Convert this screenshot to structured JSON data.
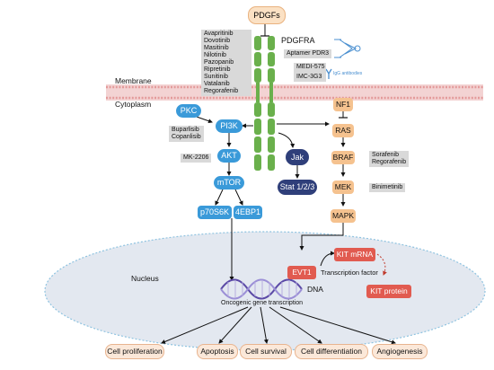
{
  "ligand": "PDGFs",
  "receptor": "PDGFRA",
  "receptor_inhibitors": [
    "Avapritinib",
    "Dovotinib",
    "Masitinib",
    "Nilotinib",
    "Pazopanib",
    "Ripretinib",
    "Sunitinib",
    "Vatalanib",
    "Regorafenib"
  ],
  "aptamer": "Aptamer PDR3",
  "antibodies": [
    "MEDI-575",
    "IMC-3G3"
  ],
  "antibody_label": "IgG antibodies",
  "membrane_label": "Membrane",
  "cytoplasm_label": "Cytoplasm",
  "nucleus_label": "Nucleus",
  "left_pathway": {
    "pkc": "PKC",
    "pi3k": "PI3K",
    "pi3k_inhibitors": [
      "Buparlisib",
      "Copanlisib"
    ],
    "akt": "AKT",
    "akt_inhibitor": "MK-2206",
    "mtor": "mTOR",
    "p70s6k": "p70S6K",
    "ebp1": "4EBP1"
  },
  "center_pathway": {
    "jak": "Jak",
    "stat": "Stat 1/2/3"
  },
  "right_pathway": {
    "nf1": "NF1",
    "ras": "RAS",
    "braf": "BRAF",
    "braf_inhibitors": [
      "Sorafenib",
      "Regorafenib"
    ],
    "mek": "MEK",
    "mek_inhibitor": "Binimetinib",
    "mapk": "MAPK"
  },
  "nucleus": {
    "evt1": "EVT1",
    "kit_mrna": "KIT mRNA",
    "tf_label": "Transcription factor",
    "kit_protein": "KIT protein",
    "dna": "DNA",
    "gene_transcription": "Oncogenic gene transcription"
  },
  "outcomes": [
    "Cell proliferation",
    "Apoptosis",
    "Cell survival",
    "Cell differentiation",
    "Angiogenesis"
  ],
  "colors": {
    "receptor": "#6ab04c",
    "left_blue": "#3a9ad9",
    "jak_navy": "#2f3f7a",
    "orange": "#f5c28f",
    "kit_red": "#e15b50",
    "membrane_pink": "#e8a2a2",
    "inhibitor_gray": "#d9d9d9",
    "outcome_fill": "#fbe8d9",
    "nucleus_fill": "#e3e8f0"
  }
}
